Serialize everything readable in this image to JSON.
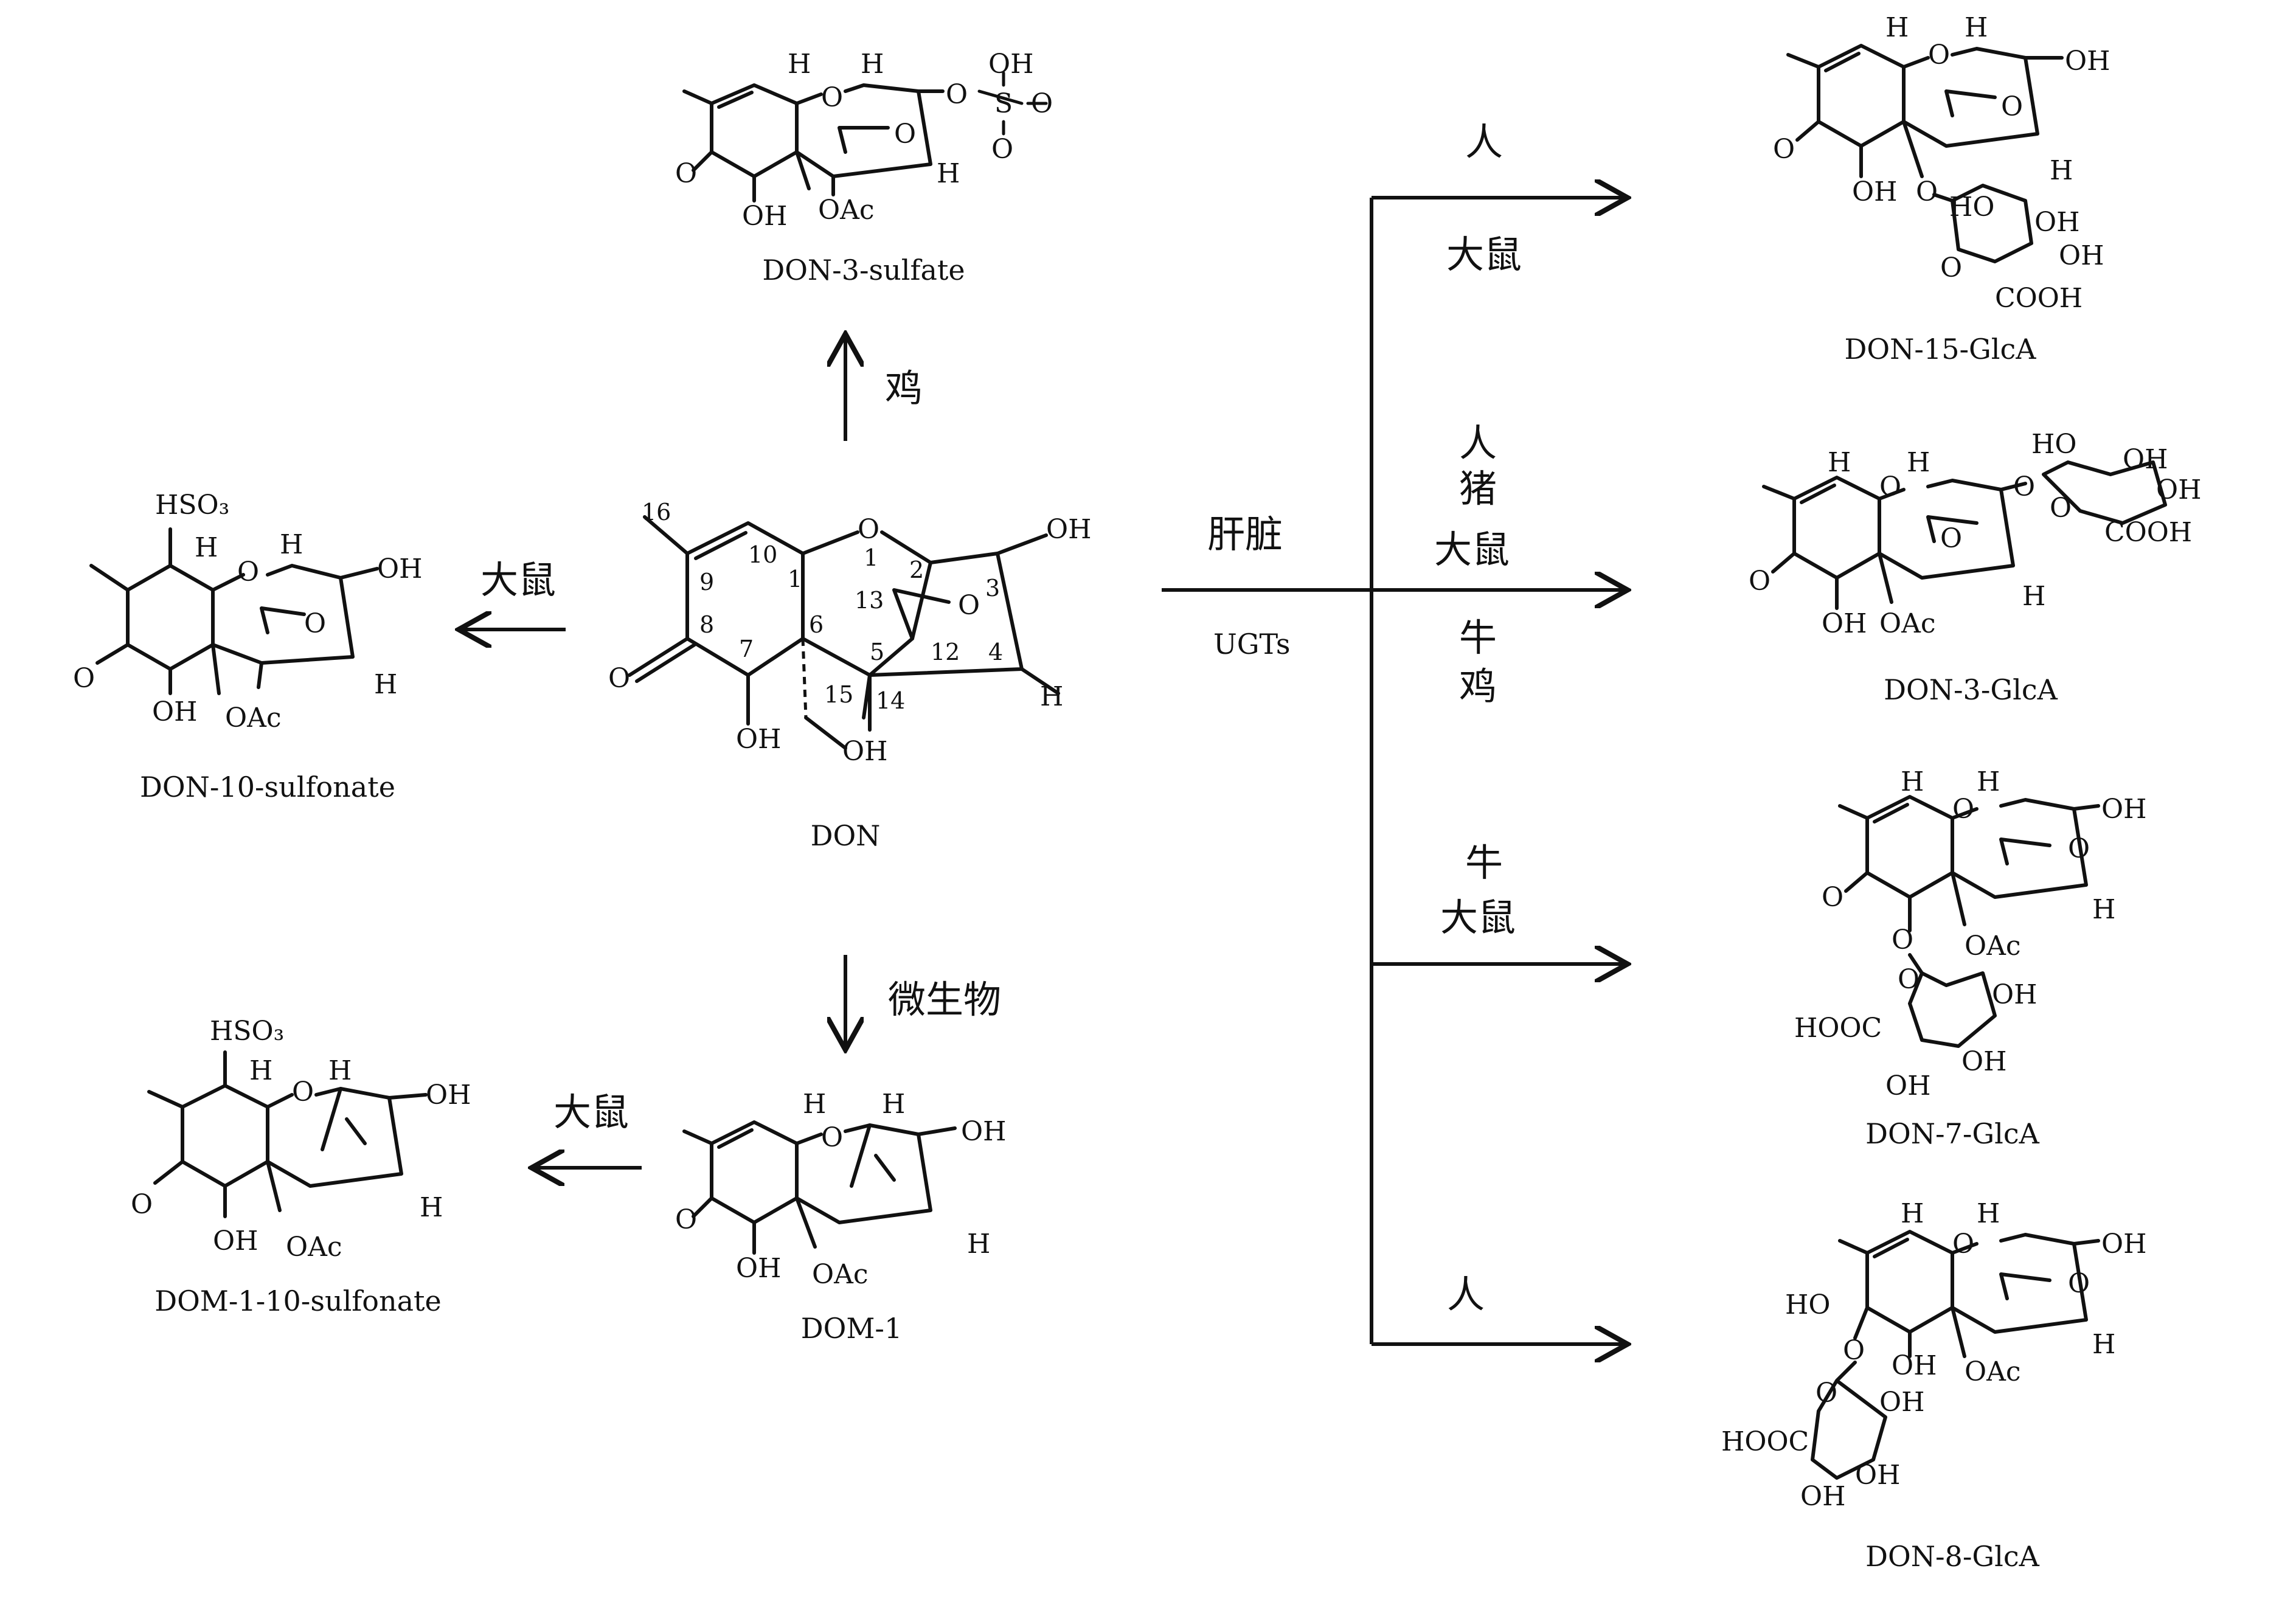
{
  "compounds": {
    "don": "DON",
    "don_3_sulfate": "DON-3-sulfate",
    "don_10_sulfonate": "DON-10-sulfonate",
    "dom_1": "DOM-1",
    "dom_1_10_sulfonate": "DOM-1-10-sulfonate",
    "don_15_glca": "DON-15-GlcA",
    "don_3_glca": "DON-3-GlcA",
    "don_7_glca": "DON-7-GlcA",
    "don_8_glca": "DON-8-GlcA"
  },
  "atoms": {
    "h": "H",
    "o": "O",
    "oh": "OH",
    "ho": "HO",
    "oac": "OAc",
    "s": "S",
    "hso3": "HSO₃",
    "cooh": "COOH",
    "hooc": "HOOC",
    "hooc2": "HOOC"
  },
  "numbering": [
    "16",
    "10",
    "1",
    "9",
    "8",
    "7",
    "6",
    "5",
    "2",
    "3",
    "13",
    "12",
    "4",
    "15",
    "14",
    "1"
  ],
  "labels": {
    "chicken": "鸡",
    "rat_left": "大鼠",
    "microbes": "微生物",
    "rat_dom": "大鼠",
    "liver": "肝脏",
    "ugts": "UGTs",
    "b1_species": [
      "人",
      "大鼠"
    ],
    "b2_species": [
      "人",
      "猪",
      "大鼠",
      "牛",
      "鸡"
    ],
    "b3_species": [
      "牛",
      "大鼠"
    ],
    "b4_species": [
      "人"
    ]
  }
}
